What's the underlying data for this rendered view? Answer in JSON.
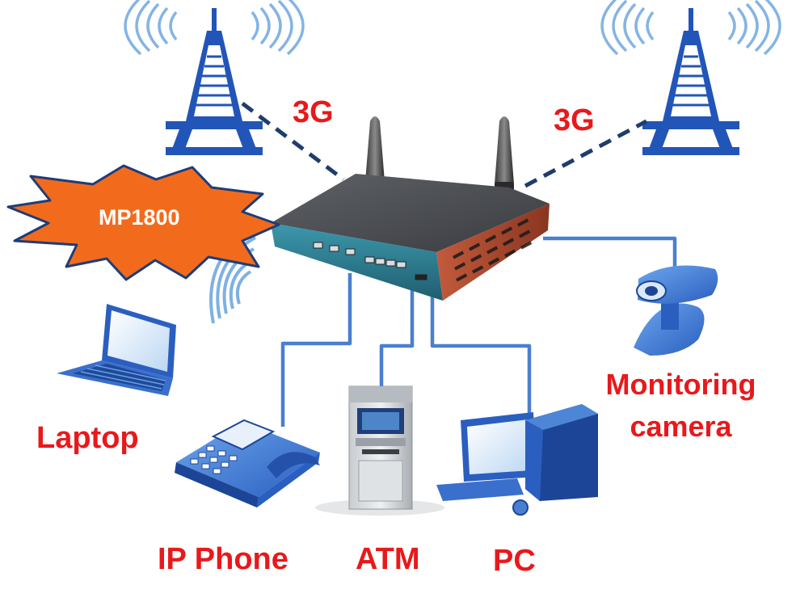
{
  "product_badge": "MP1800",
  "links": {
    "left_3g": "3G",
    "right_3g": "3G"
  },
  "devices": {
    "laptop": "Laptop",
    "ip_phone": "IP Phone",
    "atm": "ATM",
    "pc": "PC",
    "camera_line1": "Monitoring",
    "camera_line2": "camera"
  },
  "colors": {
    "tower": "#2255b8",
    "label": "#e8191b",
    "connector": "#4a7fd0",
    "burst": "#f26b1d",
    "wave": "#7fb1e3",
    "router_body": "#4a4d52",
    "router_front": "#2c7a8e",
    "router_side": "#a8452c"
  },
  "icons": [
    "cell-tower-icon",
    "router-icon",
    "laptop-icon",
    "ip-phone-icon",
    "atm-icon",
    "pc-icon",
    "security-camera-icon",
    "wifi-waves-icon",
    "starburst-badge"
  ]
}
